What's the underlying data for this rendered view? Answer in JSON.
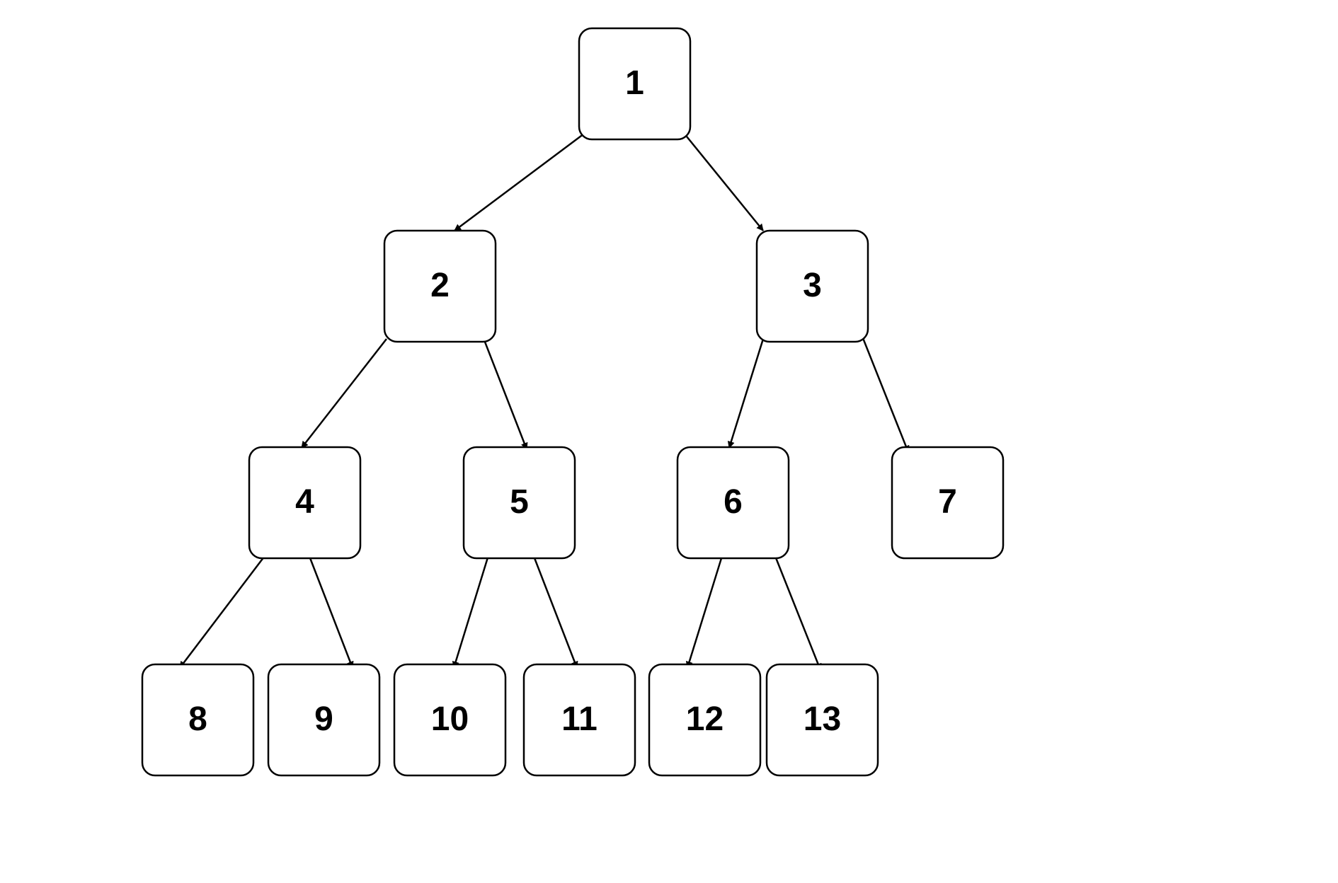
{
  "tree": {
    "colors": {
      "stroke": "#000000",
      "fill": "#ffffff",
      "text": "#000000"
    },
    "nodes": [
      {
        "id": "1",
        "label": "1"
      },
      {
        "id": "2",
        "label": "2"
      },
      {
        "id": "3",
        "label": "3"
      },
      {
        "id": "4",
        "label": "4"
      },
      {
        "id": "5",
        "label": "5"
      },
      {
        "id": "6",
        "label": "6"
      },
      {
        "id": "7",
        "label": "7"
      },
      {
        "id": "8",
        "label": "8"
      },
      {
        "id": "9",
        "label": "9"
      },
      {
        "id": "10",
        "label": "10"
      },
      {
        "id": "11",
        "label": "11"
      },
      {
        "id": "12",
        "label": "12"
      },
      {
        "id": "13",
        "label": "13"
      }
    ],
    "edges": [
      {
        "from": "1",
        "to": "2"
      },
      {
        "from": "1",
        "to": "3"
      },
      {
        "from": "2",
        "to": "4"
      },
      {
        "from": "2",
        "to": "5"
      },
      {
        "from": "3",
        "to": "6"
      },
      {
        "from": "3",
        "to": "7"
      },
      {
        "from": "4",
        "to": "8"
      },
      {
        "from": "4",
        "to": "9"
      },
      {
        "from": "5",
        "to": "10"
      },
      {
        "from": "5",
        "to": "11"
      },
      {
        "from": "6",
        "to": "12"
      },
      {
        "from": "6",
        "to": "13"
      }
    ]
  }
}
